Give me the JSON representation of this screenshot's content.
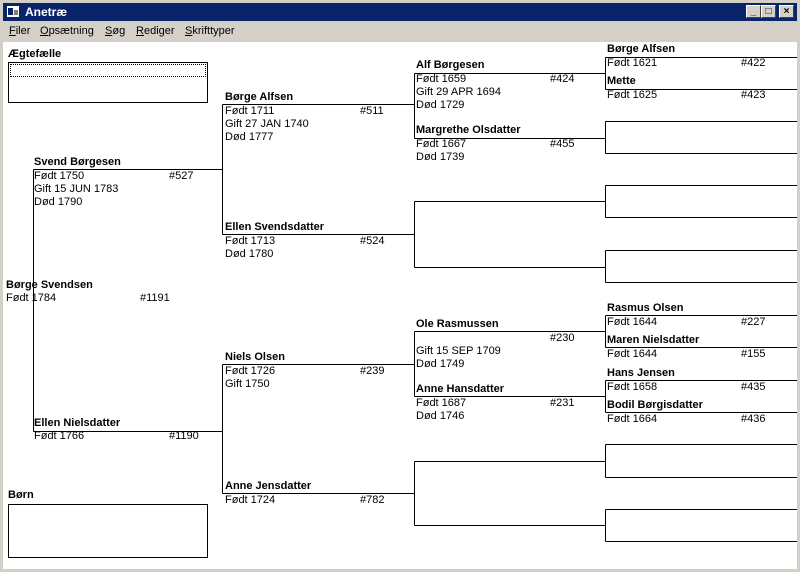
{
  "window": {
    "title": "Anetræ",
    "buttons": {
      "minimize": "_",
      "maximize": "□",
      "close": "×"
    }
  },
  "menu": [
    {
      "label": "Filer",
      "underline": "F",
      "rest": "iler"
    },
    {
      "label": "Opsætning",
      "underline": "O",
      "rest": "psætning"
    },
    {
      "label": "Søg",
      "underline": "S",
      "rest": "øg"
    },
    {
      "label": "Rediger",
      "underline": "R",
      "rest": "ediger"
    },
    {
      "label": "Skrifttyper",
      "underline": "S",
      "rest": "krifttyper"
    }
  ],
  "spouse_label": "Ægtefælle",
  "children_label": "Børn",
  "persons": {
    "root": {
      "name": "Børge Svendsen",
      "born": "Født 1784",
      "id": "#1191"
    },
    "father": {
      "name": "Svend Børgesen",
      "born": "Født 1750",
      "married": "Gift 15 JUN 1783",
      "died": "Død 1790",
      "id": "#527"
    },
    "mother": {
      "name": "Ellen Nielsdatter",
      "born": "Født 1766",
      "id": "#1190"
    },
    "ff": {
      "name": "Børge Alfsen",
      "born": "Født 1711",
      "married": "Gift 27 JAN 1740",
      "died": "Død 1777",
      "id": "#511"
    },
    "fm": {
      "name": "Ellen Svendsdatter",
      "born": "Født 1713",
      "died": "Død 1780",
      "id": "#524"
    },
    "mf": {
      "name": "Niels Olsen",
      "born": "Født 1726",
      "married": "Gift 1750",
      "id": "#239"
    },
    "mm": {
      "name": "Anne Jensdatter",
      "born": "Født 1724",
      "id": "#782"
    },
    "fff": {
      "name": "Alf Børgesen",
      "born": "Født 1659",
      "married": "Gift 29 APR 1694",
      "died": "Død 1729",
      "id": "#424"
    },
    "ffm": {
      "name": "Margrethe Olsdatter",
      "born": "Født 1667",
      "died": "Død 1739",
      "id": "#455"
    },
    "mff": {
      "name": "Ole Rasmussen",
      "married": "Gift 15 SEP 1709",
      "died": "Død 1749",
      "id": "#230"
    },
    "mfm": {
      "name": "Anne Hansdatter",
      "born": "Født 1687",
      "died": "Død 1746",
      "id": "#231"
    },
    "ffff": {
      "name": "Børge Alfsen",
      "born": "Født 1621",
      "id": "#422"
    },
    "fffm": {
      "name": "Mette",
      "born": "Født 1625",
      "id": "#423"
    },
    "mfff": {
      "name": "Rasmus Olsen",
      "born": "Født 1644",
      "id": "#227"
    },
    "mffm": {
      "name": "Maren Nielsdatter",
      "born": "Født 1644",
      "id": "#155"
    },
    "mfmf": {
      "name": "Hans Jensen",
      "born": "Født 1658",
      "id": "#435"
    },
    "mfmm": {
      "name": "Bodil Børgisdatter",
      "born": "Født 1664",
      "id": "#436"
    }
  }
}
